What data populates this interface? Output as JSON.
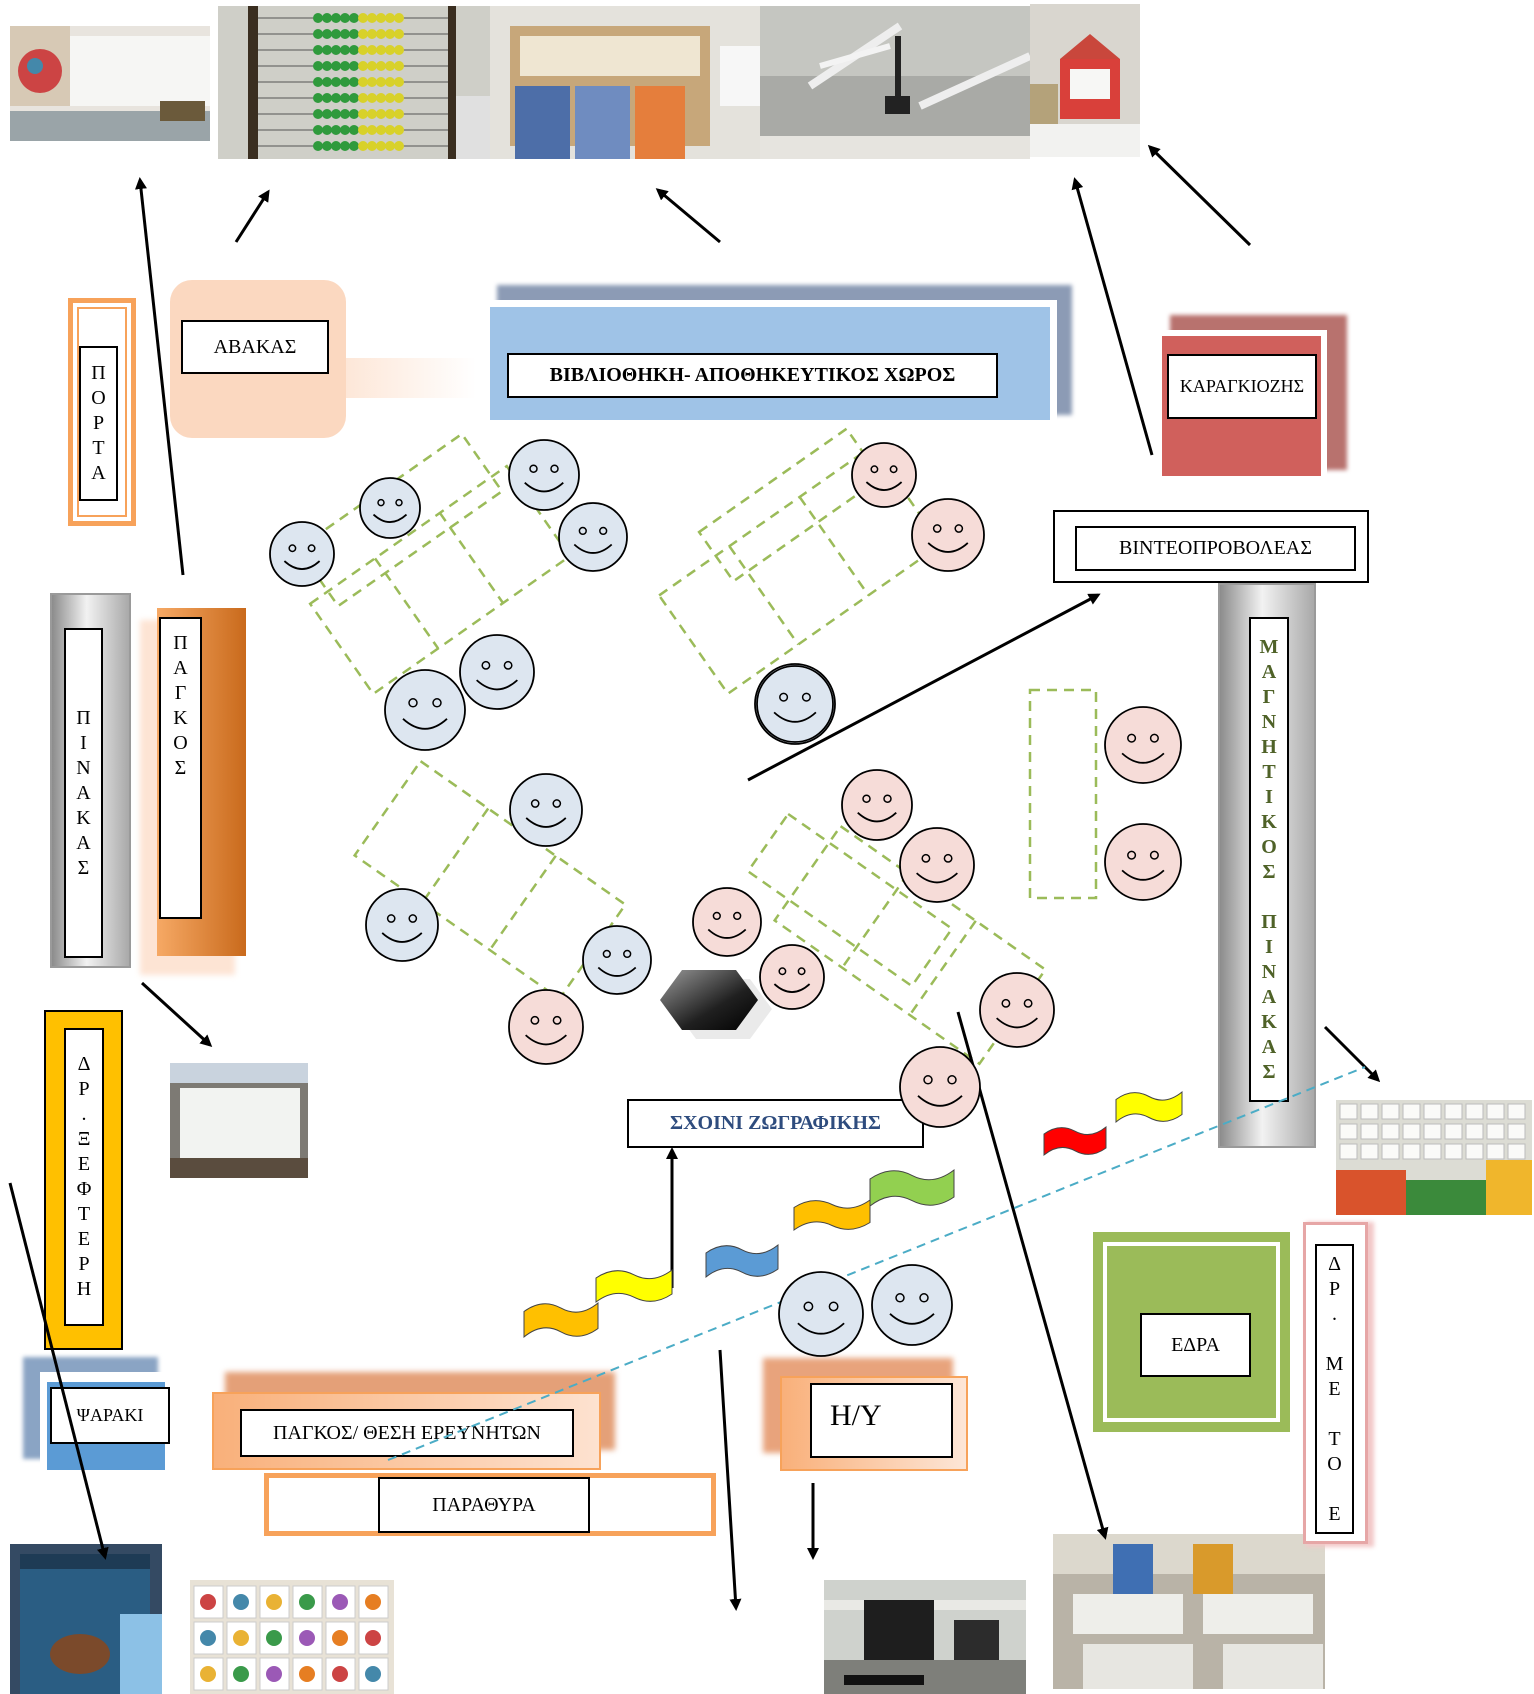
{
  "labels": {
    "porta": "ΠΟΡΤΑ",
    "abakas": "ΑΒΑΚΑΣ",
    "vivliothiki": "ΒΙΒΛΙΟΘΗΚΗ- ΑΠΟΘΗΚΕΥΤΙΚΟΣ ΧΩΡΟΣ",
    "karagkiozis": "ΚΑΡΑΓΚΙΟΖΗΣ",
    "vinteoprovoleas": "ΒΙΝΤΕΟΠΡΟΒΟΛΕΑΣ",
    "magnitikos_pinakas": "ΜΑΓΝΗΤΙΚΟΣ ΠΙΝΑΚΑΣ",
    "pinakas": "ΠΙΝΑΚΑΣ",
    "pagkos": "ΠΑΓΚΟΣ",
    "dr_eksefterei": "ΔΡ.ΞΕΦΤΕΡΗ",
    "psaraki": "ΨΑΡΑΚΙ",
    "pagkos_thesi_ereunitwn": "ΠΑΓΚΟΣ/ ΘΕΣΗ ΕΡΕΥΝΗΤΩΝ",
    "parathyra": "ΠΑΡΑΘΥΡΑ",
    "hy": "Η/Υ",
    "edra": "ΕΔΡΑ",
    "dr_me_to_e": "ΔΡ. ΜΕ ΤΟ Ε",
    "sxoini_zografikis": "ΣΧΟΙΝΙ ΖΩΓΡΑΦΙΚΗΣ"
  },
  "colors": {
    "orange": "#f7a25a",
    "orange_dark": "#c96a1c",
    "peach": "#fbd8c0",
    "library_blue": "#9fc3e7",
    "karagkiozis_red": "#d0605c",
    "yellow": "#ffc000",
    "edra_green": "#9bbb59",
    "fish_blue": "#5b9bd5",
    "child_blue": "#dde6f0",
    "child_pink": "#f6dcd8",
    "desk_dash": "#9bbb59",
    "rope": "#4bacc6",
    "title_blue": "#2e4c7e",
    "magnet_green": "#4f6228",
    "pink_border": "#e6a6a6"
  },
  "icons": {
    "child": "smiley-face-icon",
    "flag": "pennant-flag-icon",
    "table": "hexagon-table-icon"
  }
}
